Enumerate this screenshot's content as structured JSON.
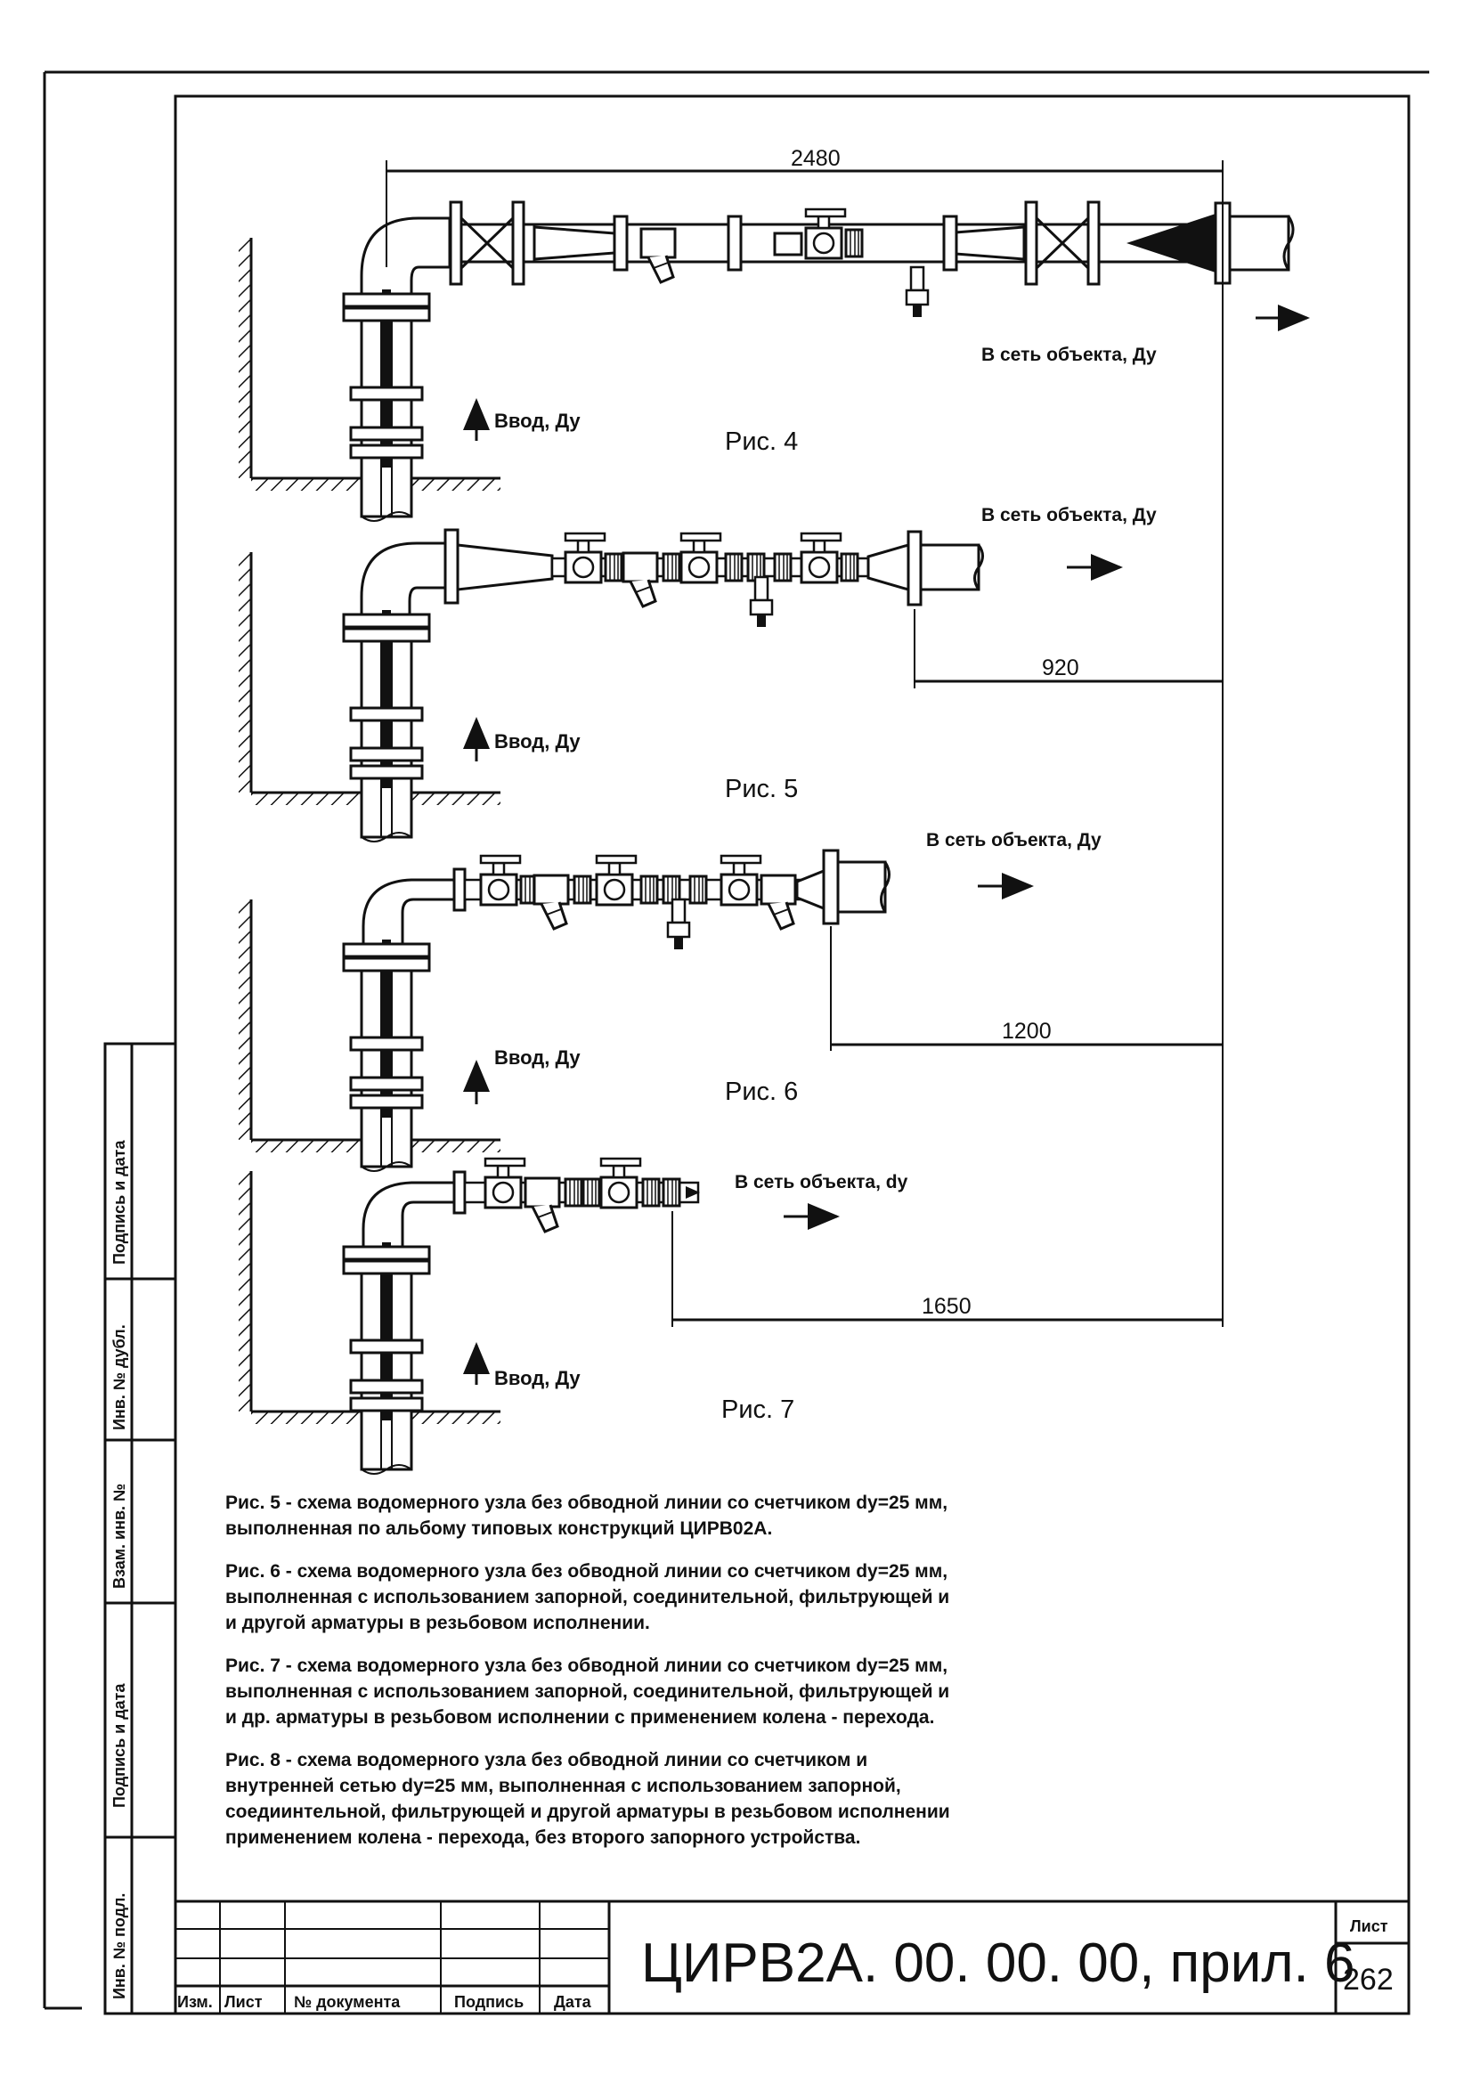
{
  "figures": [
    {
      "caption": "Рис. 4",
      "inlet_label": "Ввод, Ду",
      "outlet_label": "В сеть объекта, Ду",
      "dimension": "2480"
    },
    {
      "caption": "Рис. 5",
      "inlet_label": "Ввод, Ду",
      "outlet_label": "В сеть объекта, Ду",
      "dimension": "920"
    },
    {
      "caption": "Рис. 6",
      "inlet_label": "Ввод, Ду",
      "outlet_label": "В сеть объекта, Ду",
      "dimension": "1200"
    },
    {
      "caption": "Рис. 7",
      "inlet_label": "Ввод, Ду",
      "outlet_label": "В сеть объекта, dy",
      "dimension": "1650"
    }
  ],
  "notes": [
    [
      "Рис. 5 - схема водомерного узла без обводной линии со счетчиком dy=25 мм,",
      "выполненная по альбому типовых конструкций ЦИРВ02А."
    ],
    [
      "Рис. 6 - схема водомерного узла без обводной линии со счетчиком dy=25 мм,",
      "выполненная с использованием запорной, соединительной, фильтрующей и",
      "и другой арматуры в резьбовом исполнении."
    ],
    [
      "Рис. 7 - схема водомерного узла без обводной линии со счетчиком dy=25 мм,",
      "выполненная с использованием запорной, соединительной, фильтрующей и",
      "и др. арматуры в резьбовом исполнении с применением колена - перехода."
    ],
    [
      "Рис. 8 - схема водомерного узла без обводной линии со счетчиком и",
      "внутренней сетью dy=25 мм, выполненная с использованием запорной,",
      "соедиинтельной, фильтрующей и другой арматуры в резьбовом исполнении",
      "применением колена - перехода, без второго запорного устройства."
    ]
  ],
  "side_stamp": [
    "Подпись и дата",
    "Инв. № дубл.",
    "Взам. инв. №",
    "Подпись и дата",
    "Инв. № подл."
  ],
  "title_block": {
    "columns": [
      "Изм.",
      "Лист",
      "№ документа",
      "Подпись",
      "Дата"
    ],
    "document_code": "ЦИРВ2А. 00. 00. 00, прил. 6",
    "sheet_label": "Лист",
    "sheet_number": "262"
  }
}
